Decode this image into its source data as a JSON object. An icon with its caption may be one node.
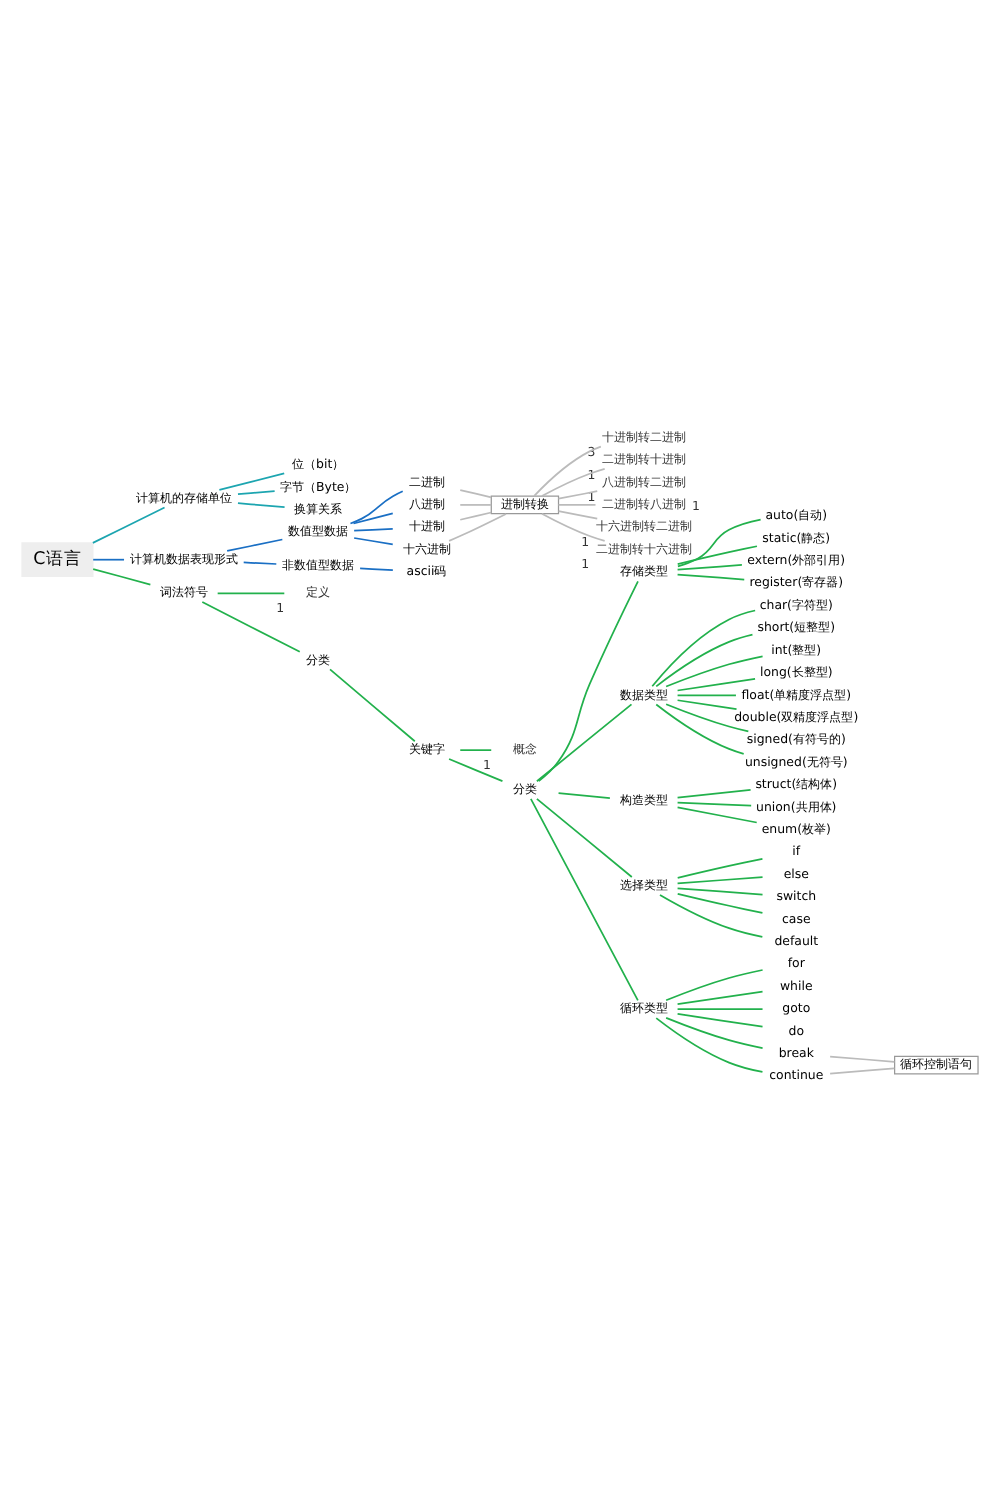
{
  "diagram": {
    "nodes": [
      {
        "text": [
          "C语言"
        ]
      },
      {
        "text": [
          "计算机的存储单位"
        ]
      },
      {
        "text": [
          "位（bit）"
        ]
      },
      {
        "text": [
          "字节（Byte）"
        ]
      },
      {
        "text": [
          "换算关系"
        ]
      },
      {
        "text": [
          "计算机数据表现形式"
        ]
      },
      {
        "text": [
          "数值型数据"
        ]
      },
      {
        "text": [
          "二进制"
        ]
      },
      {
        "text": [
          "八进制"
        ]
      },
      {
        "text": [
          "十进制"
        ]
      },
      {
        "text": [
          "十六进制"
        ]
      },
      {
        "text": [
          "进制转换"
        ]
      },
      {
        "text": [
          "十进制转二进制"
        ],
        "beside": [
          "3"
        ]
      },
      {
        "text": [
          "二进制转十进制"
        ],
        "beside": [
          "1"
        ]
      },
      {
        "text": [
          "八进制转二进制"
        ],
        "beside": [
          "1"
        ]
      },
      {
        "text": [
          "二进制转八进制"
        ],
        "beside": [
          "1"
        ]
      },
      {
        "text": [
          "十六进制转二进制"
        ],
        "beside": [
          "1"
        ]
      },
      {
        "text": [
          "二进制转十六进制"
        ],
        "beside": [
          "1"
        ]
      },
      {
        "text": [
          "非数值型数据"
        ]
      },
      {
        "text": [
          "ascii码"
        ]
      },
      {
        "text": [
          "词法符号"
        ]
      },
      {
        "text": [
          "定义"
        ],
        "beside": [
          "1"
        ]
      },
      {
        "text": [
          "分类"
        ]
      },
      {
        "text": [
          "关键字"
        ]
      },
      {
        "text": [
          "概念"
        ],
        "beside": [
          "1"
        ]
      },
      {
        "text": [
          "分类"
        ]
      },
      {
        "text": [
          "存储类型"
        ]
      },
      {
        "text": [
          "auto(自动)"
        ]
      },
      {
        "text": [
          "static(静态)"
        ]
      },
      {
        "text": [
          "extern(外部引用)"
        ]
      },
      {
        "text": [
          "register(寄存器)"
        ]
      },
      {
        "text": [
          "数据类型"
        ]
      },
      {
        "text": [
          "char(字符型)"
        ]
      },
      {
        "text": [
          "short(短整型)"
        ]
      },
      {
        "text": [
          "int(整型)"
        ]
      },
      {
        "text": [
          "long(长整型)"
        ]
      },
      {
        "text": [
          "float(单精度浮点型)"
        ]
      },
      {
        "text": [
          "double(双精度浮点型)"
        ]
      },
      {
        "text": [
          "signed(有符号的)"
        ]
      },
      {
        "text": [
          "unsigned(无符号)"
        ]
      },
      {
        "text": [
          "构造类型"
        ]
      },
      {
        "text": [
          "struct(结构体)"
        ]
      },
      {
        "text": [
          "union(共用体)"
        ]
      },
      {
        "text": [
          "enum(枚举)"
        ]
      },
      {
        "text": [
          "选择类型"
        ]
      },
      {
        "text": [
          "if"
        ]
      },
      {
        "text": [
          "else"
        ]
      },
      {
        "text": [
          "switch"
        ]
      },
      {
        "text": [
          "case"
        ]
      },
      {
        "text": [
          "default"
        ]
      },
      {
        "text": [
          "循环类型"
        ]
      },
      {
        "text": [
          "for"
        ]
      },
      {
        "text": [
          "while"
        ]
      },
      {
        "text": [
          "goto"
        ]
      },
      {
        "text": [
          "do"
        ]
      },
      {
        "text": [
          "break"
        ]
      },
      {
        "text": [
          "continue"
        ]
      },
      {
        "text": [
          "循环控制语句"
        ]
      }
    ],
    "edges": [
      {
        "from": 0,
        "to": 1,
        "arrow": "none",
        "color": "#1ca5b0"
      },
      {
        "from": 1,
        "to": 2,
        "arrow": "none",
        "color": "#1ca5b0"
      },
      {
        "from": 1,
        "to": 3,
        "arrow": "none",
        "color": "#1ca5b0"
      },
      {
        "from": 1,
        "to": 4,
        "arrow": "none",
        "color": "#1ca5b0"
      },
      {
        "from": 0,
        "to": 5,
        "arrow": "none",
        "color": "#1a6fc4"
      },
      {
        "from": 5,
        "to": 6,
        "arrow": "none",
        "color": "#1a6fc4"
      },
      {
        "from": 6,
        "to": 7,
        "arrow": "none",
        "color": "#1a6fc4"
      },
      {
        "from": 6,
        "to": 8,
        "arrow": "none",
        "color": "#1a6fc4"
      },
      {
        "from": 6,
        "to": 9,
        "arrow": "none",
        "color": "#1a6fc4"
      },
      {
        "from": 6,
        "to": 10,
        "arrow": "none",
        "color": "#1a6fc4"
      },
      {
        "from": 7,
        "to": 11,
        "arrow": "none",
        "color": "#bbbbbb"
      },
      {
        "from": 8,
        "to": 11,
        "arrow": "none",
        "color": "#bbbbbb"
      },
      {
        "from": 9,
        "to": 11,
        "arrow": "none",
        "color": "#bbbbbb"
      },
      {
        "from": 10,
        "to": 11,
        "arrow": "none",
        "color": "#bbbbbb"
      },
      {
        "from": 11,
        "to": 12,
        "arrow": "none",
        "color": "#bbbbbb"
      },
      {
        "from": 11,
        "to": 13,
        "arrow": "none",
        "color": "#bbbbbb"
      },
      {
        "from": 11,
        "to": 14,
        "arrow": "none",
        "color": "#bbbbbb"
      },
      {
        "from": 11,
        "to": 15,
        "arrow": "none",
        "color": "#bbbbbb"
      },
      {
        "from": 11,
        "to": 16,
        "arrow": "none",
        "color": "#bbbbbb"
      },
      {
        "from": 11,
        "to": 17,
        "arrow": "none",
        "color": "#bbbbbb"
      },
      {
        "from": 5,
        "to": 18,
        "arrow": "none",
        "color": "#1a6fc4"
      },
      {
        "from": 18,
        "to": 19,
        "arrow": "none",
        "color": "#1a6fc4"
      },
      {
        "from": 0,
        "to": 20,
        "arrow": "none"
      },
      {
        "from": 20,
        "to": 21,
        "arrow": "none"
      },
      {
        "from": 20,
        "to": 22,
        "arrow": "none"
      },
      {
        "from": 22,
        "to": 23,
        "arrow": "none"
      },
      {
        "from": 23,
        "to": 24,
        "arrow": "none"
      },
      {
        "from": 23,
        "to": 25,
        "arrow": "none"
      },
      {
        "from": 25,
        "to": 26,
        "arrow": "none"
      },
      {
        "from": 26,
        "to": 27,
        "arrow": "none"
      },
      {
        "from": 26,
        "to": 28,
        "arrow": "none"
      },
      {
        "from": 26,
        "to": 29,
        "arrow": "none"
      },
      {
        "from": 26,
        "to": 30,
        "arrow": "none"
      },
      {
        "from": 25,
        "to": 31,
        "arrow": "none"
      },
      {
        "from": 31,
        "to": 32,
        "arrow": "none"
      },
      {
        "from": 31,
        "to": 33,
        "arrow": "none"
      },
      {
        "from": 31,
        "to": 34,
        "arrow": "none"
      },
      {
        "from": 31,
        "to": 35,
        "arrow": "none"
      },
      {
        "from": 31,
        "to": 36,
        "arrow": "none"
      },
      {
        "from": 31,
        "to": 37,
        "arrow": "none"
      },
      {
        "from": 31,
        "to": 38,
        "arrow": "none"
      },
      {
        "from": 31,
        "to": 39,
        "arrow": "none"
      },
      {
        "from": 25,
        "to": 40,
        "arrow": "none"
      },
      {
        "from": 40,
        "to": 41,
        "arrow": "none"
      },
      {
        "from": 40,
        "to": 42,
        "arrow": "none"
      },
      {
        "from": 40,
        "to": 43,
        "arrow": "none"
      },
      {
        "from": 25,
        "to": 44,
        "arrow": "none"
      },
      {
        "from": 44,
        "to": 45,
        "arrow": "none"
      },
      {
        "from": 44,
        "to": 46,
        "arrow": "none"
      },
      {
        "from": 44,
        "to": 47,
        "arrow": "none"
      },
      {
        "from": 44,
        "to": 48,
        "arrow": "none"
      },
      {
        "from": 44,
        "to": 49,
        "arrow": "none"
      },
      {
        "from": 25,
        "to": 50,
        "arrow": "none"
      },
      {
        "from": 50,
        "to": 51,
        "arrow": "none"
      },
      {
        "from": 50,
        "to": 52,
        "arrow": "none"
      },
      {
        "from": 50,
        "to": 53,
        "arrow": "none"
      },
      {
        "from": 50,
        "to": 54,
        "arrow": "none"
      },
      {
        "from": 50,
        "to": 55,
        "arrow": "none"
      },
      {
        "from": 50,
        "to": 56,
        "arrow": "none"
      },
      {
        "from": 55,
        "to": 57,
        "arrow": "none",
        "color": "#bbbbbb"
      },
      {
        "from": 56,
        "to": 57,
        "arrow": "none",
        "color": "#bbbbbb"
      }
    ]
  }
}
